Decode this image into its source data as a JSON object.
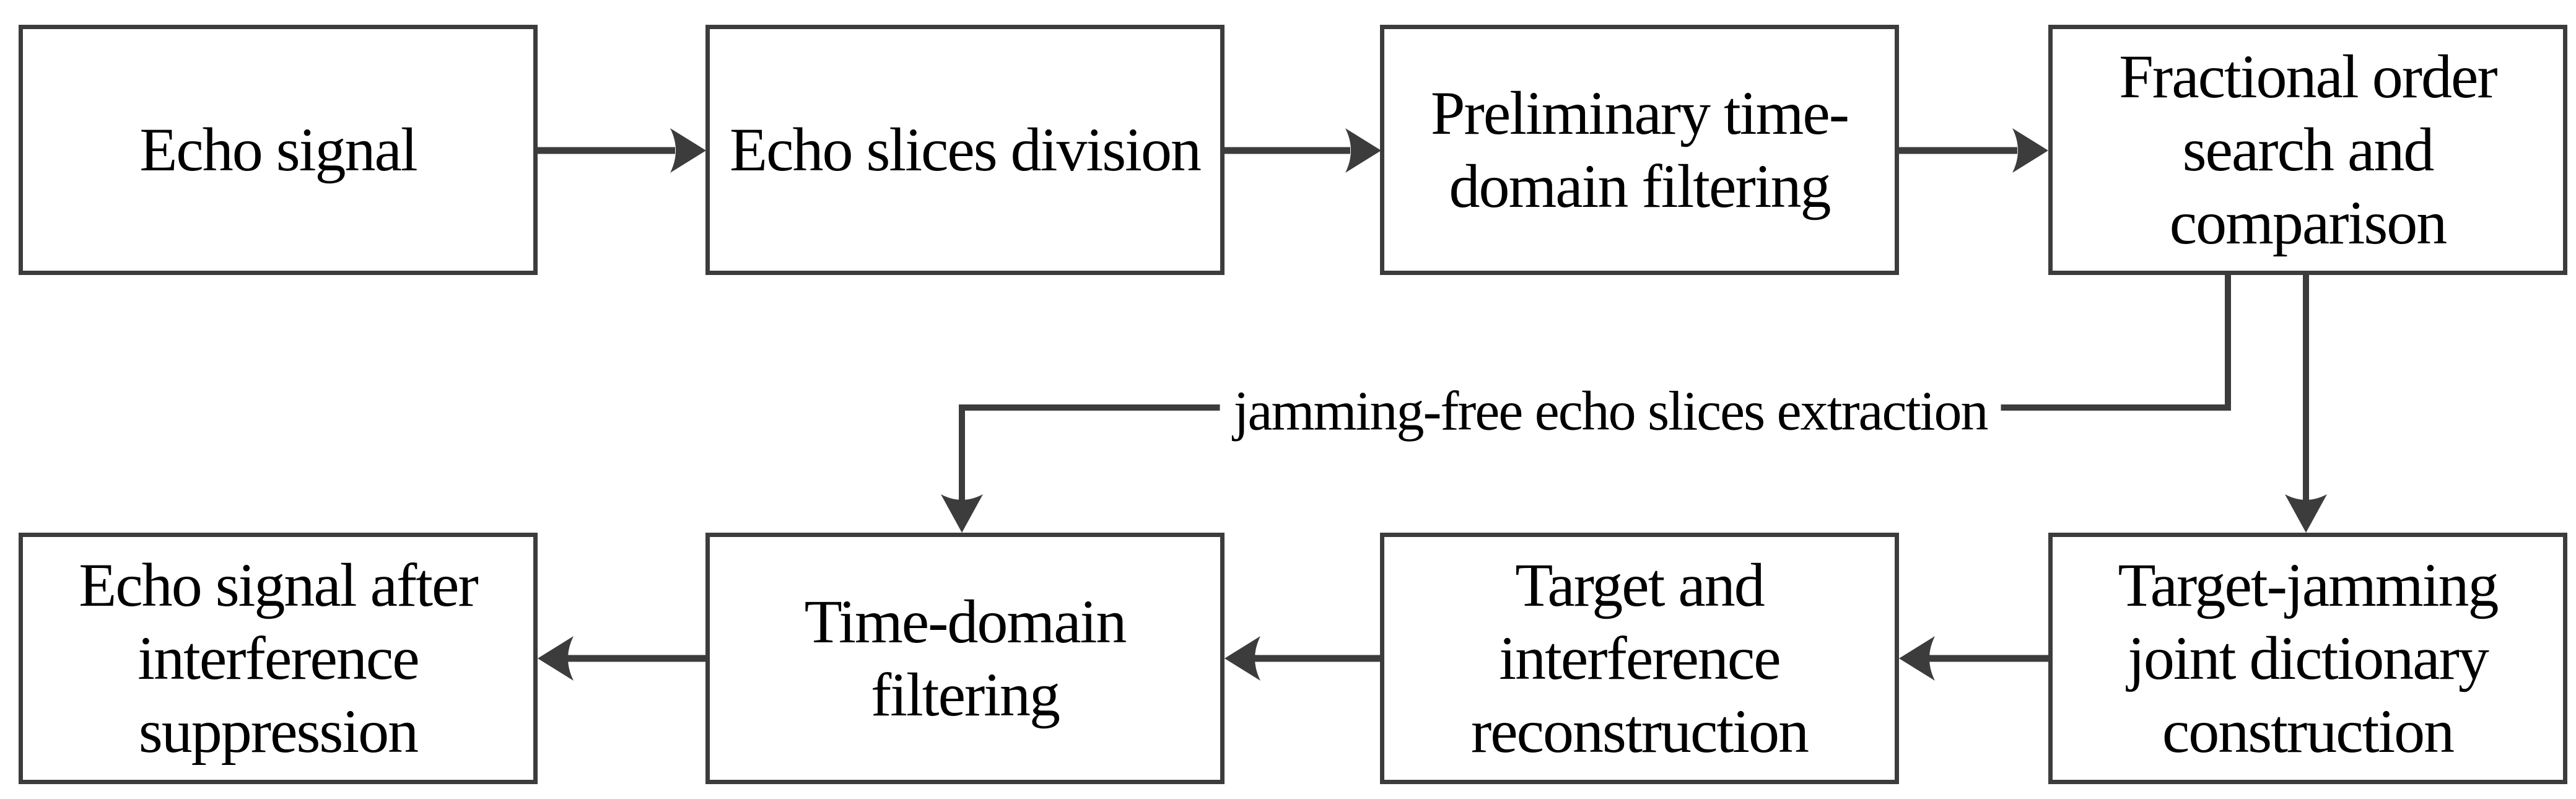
{
  "diagram": {
    "title": "",
    "colors": {
      "line": "#3c3c3c",
      "text": "#000000",
      "background": "#ffffff"
    },
    "top_row": [
      {
        "label": "Echo signal"
      },
      {
        "label": "Echo slices division"
      },
      {
        "label": "Preliminary time-\ndomain filtering"
      },
      {
        "label": "Fractional order\nsearch and\ncomparison"
      }
    ],
    "bottom_row": [
      {
        "label": "Echo signal after\ninterference\nsuppression"
      },
      {
        "label": "Time-domain\nfiltering"
      },
      {
        "label": "Target and\ninterference\nreconstruction"
      },
      {
        "label": "Target-jamming\njoint dictionary\nconstruction"
      }
    ],
    "connector_label": "jamming-free echo slices extraction",
    "flow": [
      "Echo signal -> Echo slices division",
      "Echo slices division -> Preliminary time-domain filtering",
      "Preliminary time-domain filtering -> Fractional order search and comparison",
      "Fractional order search and comparison -> (jamming-free echo slices extraction) -> Time-domain filtering",
      "Fractional order search and comparison -> Target-jamming joint dictionary construction",
      "Target-jamming joint dictionary construction -> Target and interference reconstruction",
      "Target and interference reconstruction -> Time-domain filtering",
      "Time-domain filtering -> Echo signal after interference suppression"
    ]
  }
}
